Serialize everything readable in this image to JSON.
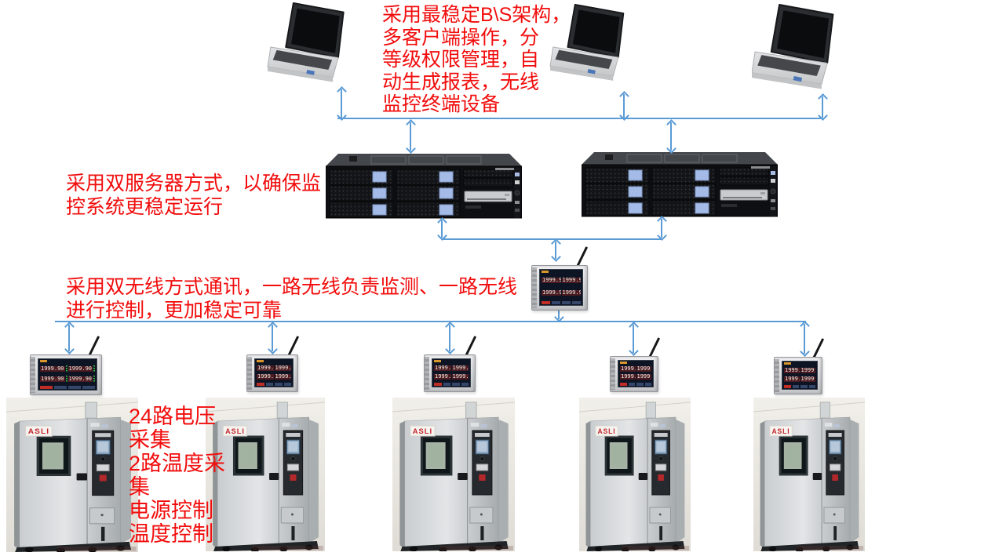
{
  "colors": {
    "annotation_red": "#f20d0d",
    "connector_blue": "#5b9bd5"
  },
  "annotations": {
    "bs_note": "采用最稳定B\\S架构，\n多客户端操作，分\n等级权限管理，自\n动生成报表，无线\n监控终端设备",
    "server_note": "采用双服务器方式，以确保监\n控系统更稳定运行",
    "wireless_note": "采用双无线方式通讯，一路无线负责监测、一路无线\n进行控制，更加稳定可靠",
    "chamber_note": "24路电压\n采集\n2路温度采\n集\n电源控制\n温度控制"
  },
  "wireless_monitor": {
    "display_values": [
      "1999.90",
      "1999.90",
      "1999.90",
      "1999.90"
    ]
  },
  "chamber": {
    "brand": "ASLI"
  }
}
